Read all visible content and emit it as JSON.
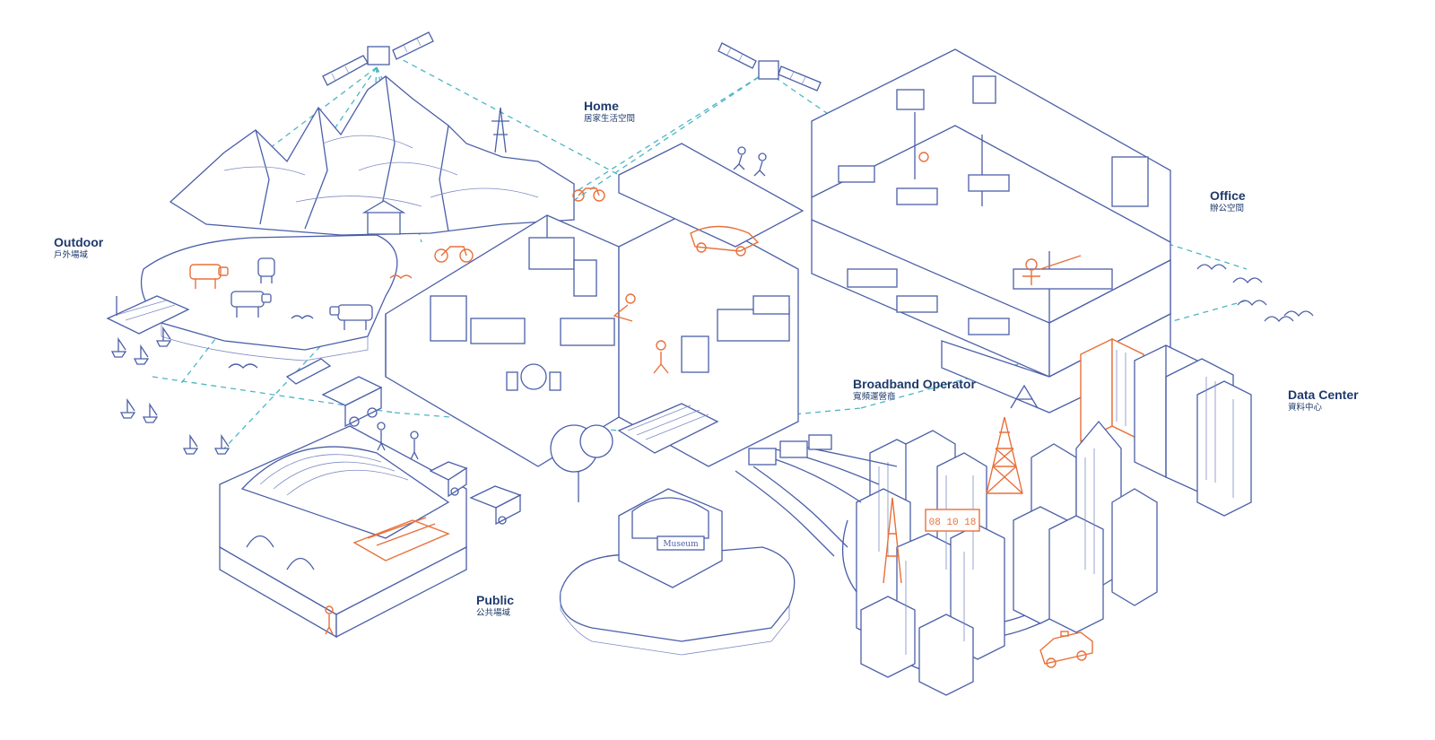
{
  "zones": [
    {
      "id": "outdoor",
      "en": "Outdoor",
      "zh": "戶外場域"
    },
    {
      "id": "home",
      "en": "Home",
      "zh": "居家生活空間"
    },
    {
      "id": "office",
      "en": "Office",
      "zh": "辦公空間"
    },
    {
      "id": "broadband",
      "en": "Broadband Operator",
      "zh": "寬頻運營商"
    },
    {
      "id": "datacenter",
      "en": "Data Center",
      "zh": "資料中心"
    },
    {
      "id": "public",
      "en": "Public",
      "zh": "公共場域"
    }
  ],
  "signs": {
    "museum": "Museum",
    "clock": "08 10 18"
  },
  "colors": {
    "line": "#4b5fa8",
    "accent_orange": "#e8703a",
    "signal": "#4bb6c4",
    "label": "#1f3a6b"
  }
}
